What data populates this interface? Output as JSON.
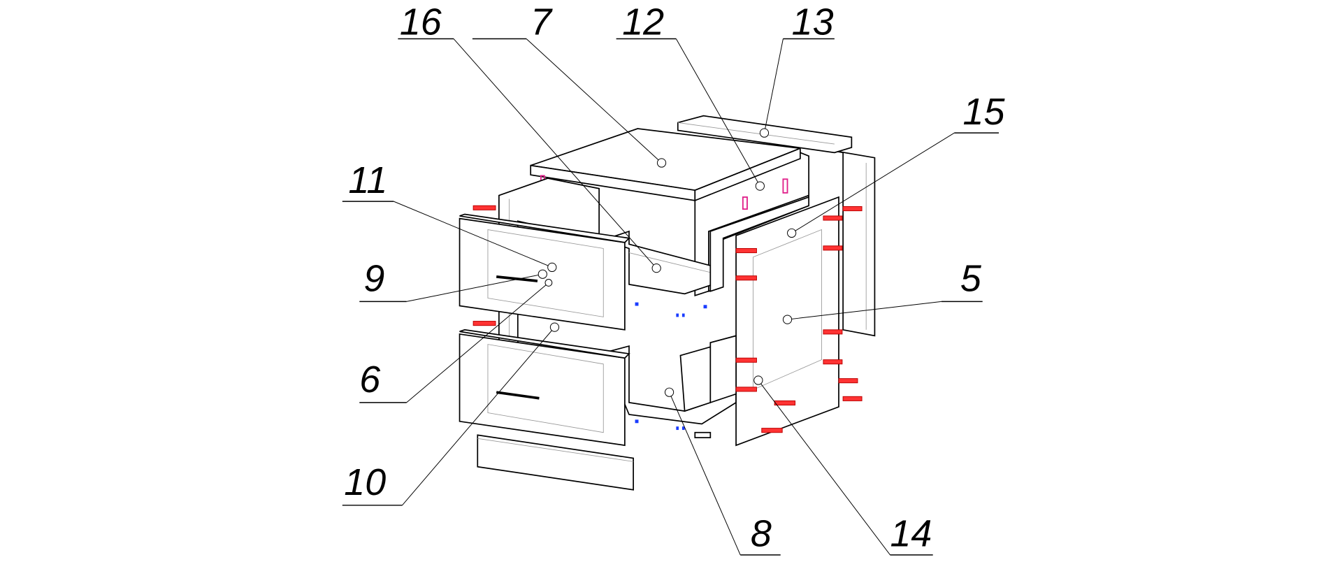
{
  "diagram": {
    "type": "exploded assembly drawing",
    "callouts": [
      "16",
      "7",
      "12",
      "13",
      "15",
      "11",
      "9",
      "6",
      "10",
      "5",
      "8",
      "14"
    ]
  }
}
